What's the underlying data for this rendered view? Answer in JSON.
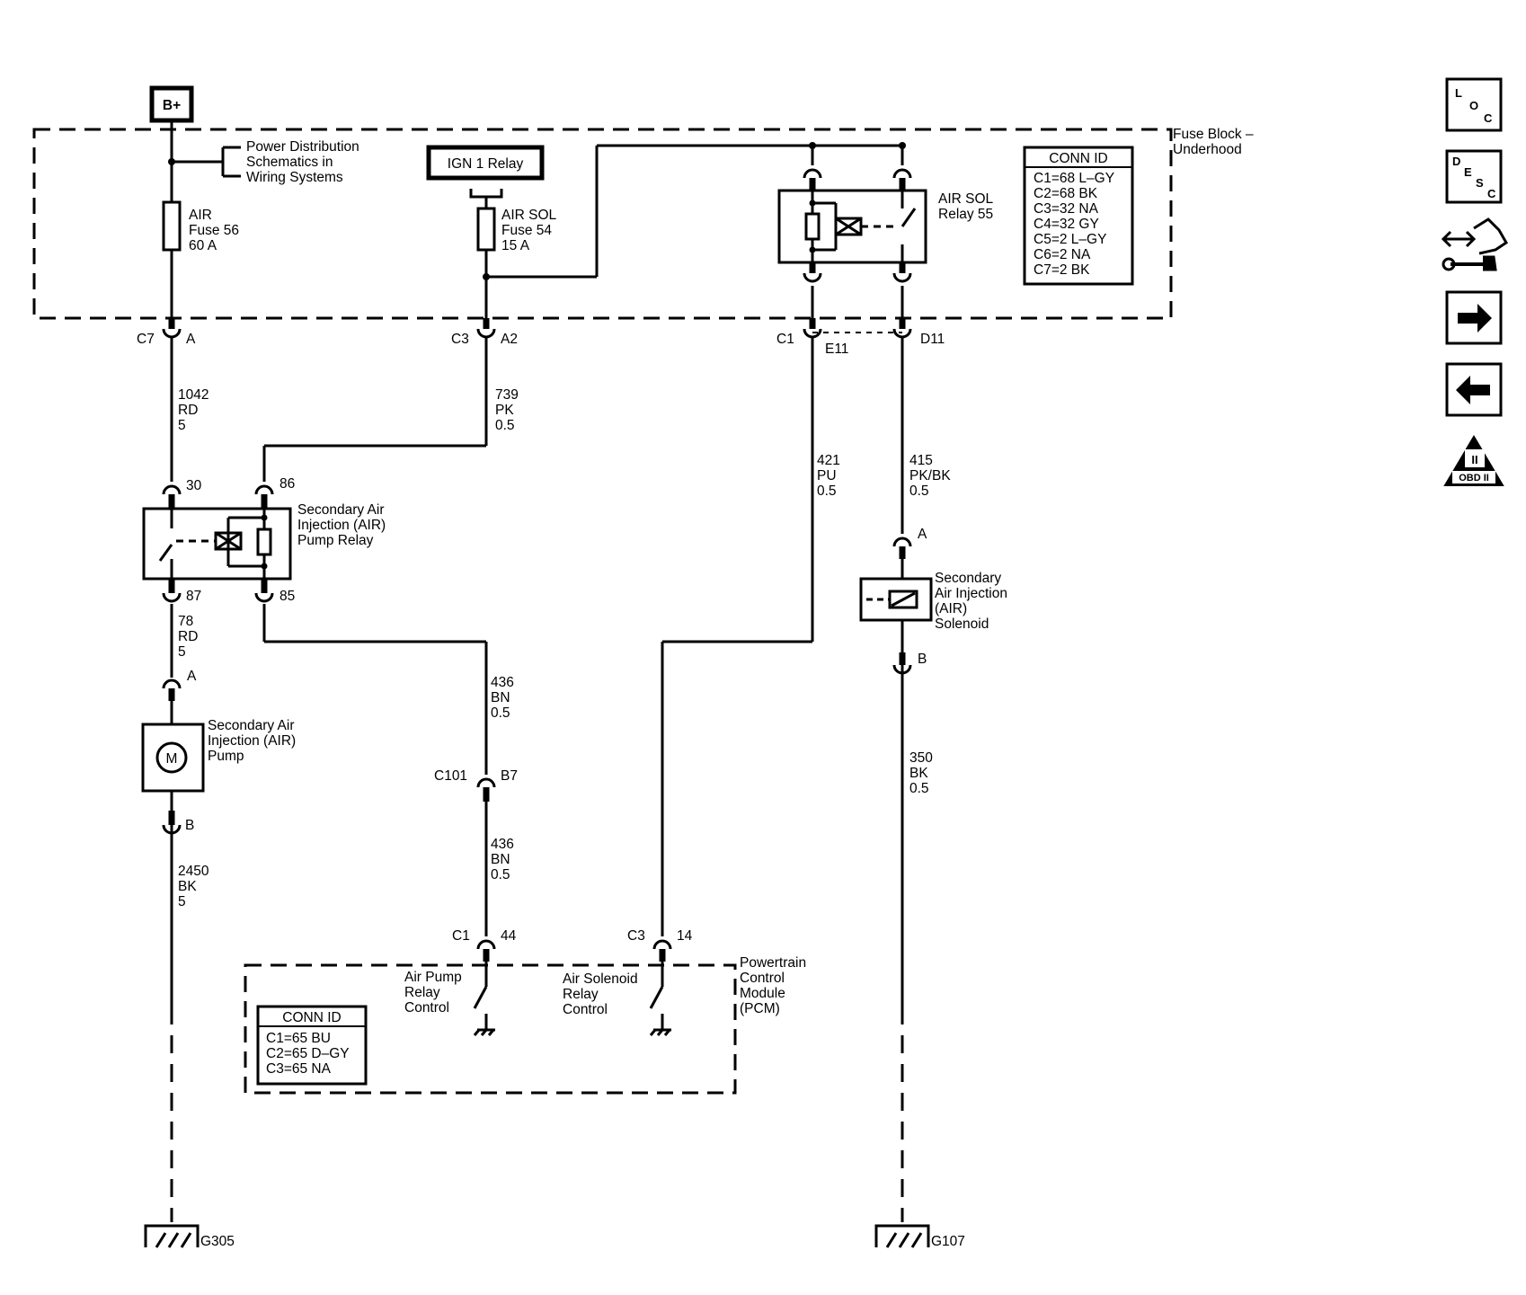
{
  "power": {
    "bplus": "B+"
  },
  "fuse_block": {
    "name": [
      "Fuse Block –",
      "Underhood"
    ],
    "power_dist": [
      "Power Distribution",
      "Schematics in",
      "Wiring Systems"
    ],
    "ign_relay": "IGN 1 Relay",
    "air_fuse": [
      "AIR",
      "Fuse 56",
      "60 A"
    ],
    "air_sol_fuse": [
      "AIR SOL",
      "Fuse 54",
      "15 A"
    ],
    "air_sol_relay": [
      "AIR SOL",
      "Relay 55"
    ],
    "conn_id_title": "CONN ID",
    "conn_id_rows": [
      "C1=68 L–GY",
      "C2=68 BK",
      "C3=32 NA",
      "C4=32 GY",
      "C5=2 L–GY",
      "C6=2 NA",
      "C7=2 BK"
    ]
  },
  "connectors": {
    "c7": "C7",
    "c7_pin": "A",
    "c3": "C3",
    "c3_pin": "A2",
    "c1": "C1",
    "c1_pin": "E11",
    "d11": "D11",
    "relay_30": "30",
    "relay_86": "86",
    "relay_87": "87",
    "relay_85": "85",
    "pump_a": "A",
    "pump_b": "B",
    "sol_a": "A",
    "sol_b": "B",
    "c101": "C101",
    "c101_pin": "B7",
    "pcm_c1": "C1",
    "pcm_c1_pin": "44",
    "pcm_c3": "C3",
    "pcm_c3_pin": "14"
  },
  "wires": {
    "w1042": [
      "1042",
      "RD",
      "5"
    ],
    "w739": [
      "739",
      "PK",
      "0.5"
    ],
    "w421": [
      "421",
      "PU",
      "0.5"
    ],
    "w415": [
      "415",
      "PK/BK",
      "0.5"
    ],
    "w78": [
      "78",
      "RD",
      "5"
    ],
    "w436a": [
      "436",
      "BN",
      "0.5"
    ],
    "w436b": [
      "436",
      "BN",
      "0.5"
    ],
    "w2450": [
      "2450",
      "BK",
      "5"
    ],
    "w350": [
      "350",
      "BK",
      "0.5"
    ]
  },
  "components": {
    "pump_relay": [
      "Secondary Air",
      "Injection (AIR)",
      "Pump Relay"
    ],
    "pump": [
      "Secondary Air",
      "Injection (AIR)",
      "Pump"
    ],
    "pump_symbol": "M",
    "solenoid": [
      "Secondary",
      "Air Injection",
      "(AIR)",
      "Solenoid"
    ]
  },
  "pcm": {
    "name": [
      "Powertrain",
      "Control",
      "Module",
      "(PCM)"
    ],
    "pump_ctrl": [
      "Air Pump",
      "Relay",
      "Control"
    ],
    "sol_ctrl": [
      "Air Solenoid",
      "Relay",
      "Control"
    ],
    "conn_id_title": "CONN ID",
    "conn_id_rows": [
      "C1=65 BU",
      "C2=65 D–GY",
      "C3=65 NA"
    ]
  },
  "grounds": {
    "g305": "G305",
    "g107": "G107"
  },
  "side_icons": {
    "loc": [
      "L",
      "O",
      "C"
    ],
    "desc": [
      "D",
      "E",
      "S",
      "C"
    ],
    "obd": "OBD II",
    "obd_numeral": "II",
    "icon_names": [
      "location-icon",
      "description-icon",
      "connector-tool-icon",
      "next-arrow-icon",
      "previous-arrow-icon",
      "obd-ii-icon"
    ]
  }
}
